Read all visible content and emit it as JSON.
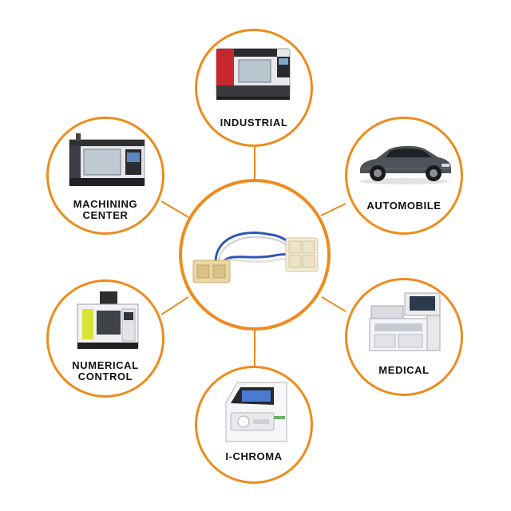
{
  "accent_color": "#ee8b1c",
  "center": {
    "image": "wire-harness-connector"
  },
  "applications": [
    {
      "key": "industrial",
      "label": "INDUSTRIAL",
      "image": "cnc-lathe-machine"
    },
    {
      "key": "automobile",
      "label": "AUTOMOBILE",
      "image": "sports-car"
    },
    {
      "key": "medical",
      "label": "MEDICAL",
      "image": "medical-analyzer"
    },
    {
      "key": "ichroma",
      "label": "I-CHROMA",
      "image": "ichroma-reader"
    },
    {
      "key": "numerical",
      "label": "NUMERICAL\nCONTROL",
      "image": "vertical-machining-center"
    },
    {
      "key": "machining",
      "label": "MACHINING\nCENTER",
      "image": "machining-center-enclosure"
    }
  ]
}
